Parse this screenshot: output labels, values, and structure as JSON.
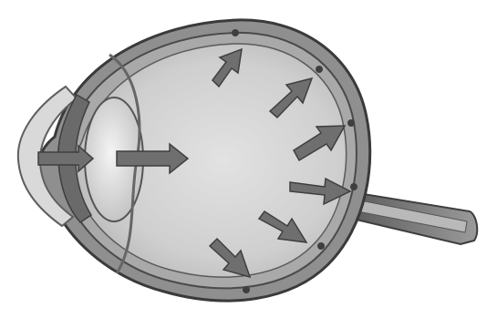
{
  "figure": {
    "parts": [
      "cornea",
      "iris",
      "lens",
      "vitreous-body",
      "retina",
      "optic-nerve"
    ],
    "arrows": {
      "incoming_light_count": 2,
      "outward_pressure_count": 6
    },
    "colors": {
      "outer_wall": "#8f8f8f",
      "wall_dark": "#444444",
      "vitreous": "#cfcfcf",
      "lens": "#e6e6e6",
      "arrow": "#6f6f6f",
      "nerve": "#7a7a7a"
    },
    "icons": [
      "arrow-right-icon",
      "arrow-outward-icon"
    ]
  }
}
